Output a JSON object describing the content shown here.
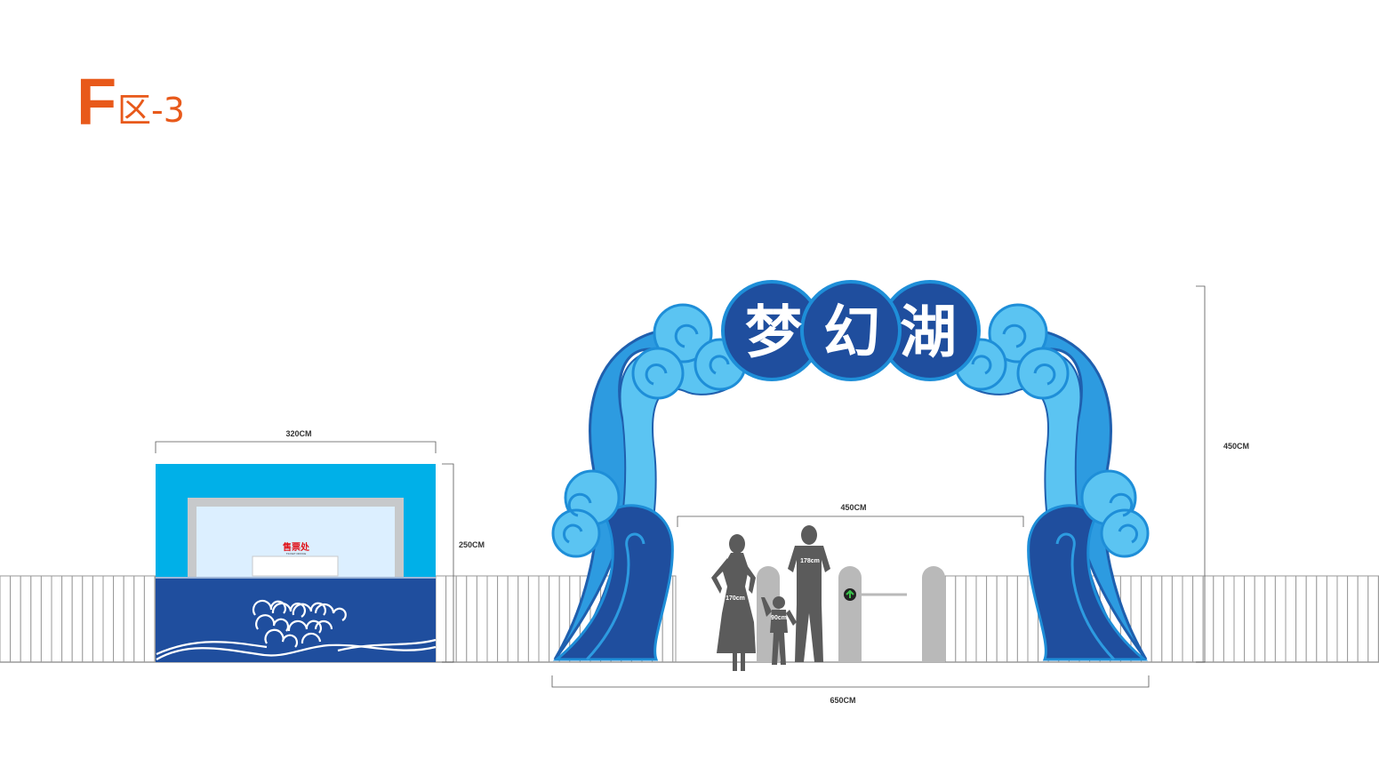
{
  "title": {
    "letter": "F",
    "rest": "区-3"
  },
  "arch": {
    "sign_chars": [
      "梦",
      "幻",
      "湖"
    ]
  },
  "booth": {
    "label": "售票处",
    "sublabel": "TICKET OFFICE"
  },
  "dimensions": {
    "booth_width": "320CM",
    "booth_height": "250CM",
    "gate_width": "450CM",
    "arch_width": "650CM",
    "arch_height": "450CM"
  },
  "people": [
    "170cm",
    "90cm",
    "178cm"
  ],
  "colors": {
    "accent_orange": "#e8591a",
    "light_blue": "#2d9be0",
    "dark_blue": "#1f4e9e",
    "sky_blue": "#00b0e8",
    "fence_gray": "#9a9a9a"
  }
}
